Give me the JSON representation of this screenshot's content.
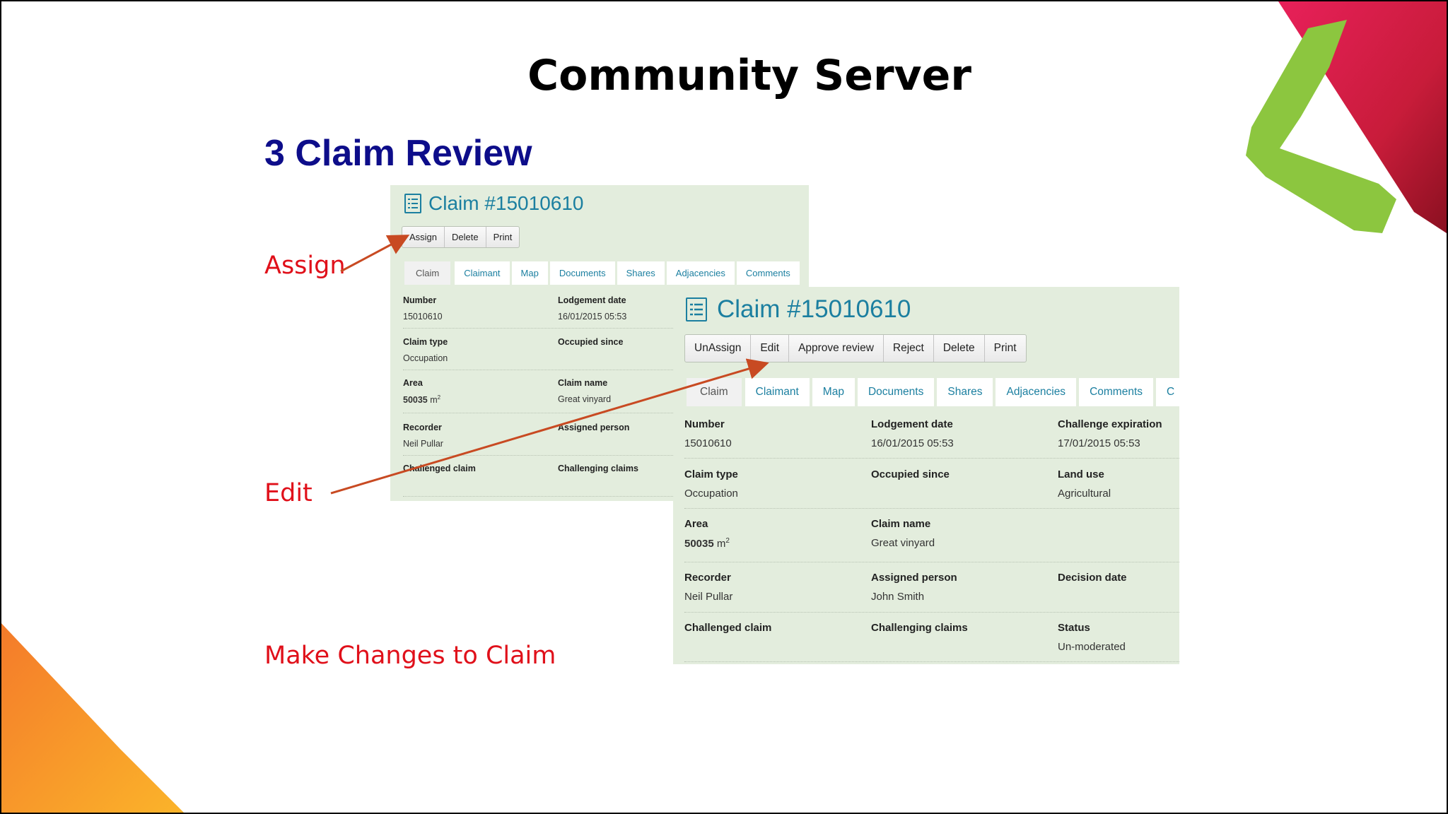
{
  "slide": {
    "title": "Community Server",
    "subtitle": "3 Claim Review",
    "labels": {
      "assign": "Assign",
      "edit": "Edit",
      "make_changes": "Make Changes to Claim"
    }
  },
  "colors": {
    "subtitle": "#0d0d8a",
    "label": "#e0101a",
    "arrow": "#c84a22",
    "panel": "#e3eddd",
    "link": "#1b7fa0"
  },
  "small_panel": {
    "heading": "Claim #15010610",
    "buttons": [
      "Assign",
      "Delete",
      "Print"
    ],
    "tabs": [
      "Claim",
      "Claimant",
      "Map",
      "Documents",
      "Shares",
      "Adjacencies",
      "Comments"
    ],
    "fields": {
      "number_label": "Number",
      "number_value": "15010610",
      "lodgement_label": "Lodgement date",
      "lodgement_value": "16/01/2015 05:53",
      "claim_type_label": "Claim type",
      "claim_type_value": "Occupation",
      "occupied_label": "Occupied since",
      "area_label": "Area",
      "area_value": "50035",
      "area_unit": "m",
      "claim_name_label": "Claim name",
      "claim_name_value": "Great vinyard",
      "recorder_label": "Recorder",
      "recorder_value": "Neil Pullar",
      "assigned_label": "Assigned person",
      "challenged_label": "Challenged claim",
      "challenging_label": "Challenging claims"
    }
  },
  "large_panel": {
    "heading": "Claim #15010610",
    "buttons": [
      "UnAssign",
      "Edit",
      "Approve review",
      "Reject",
      "Delete",
      "Print"
    ],
    "tabs": [
      "Claim",
      "Claimant",
      "Map",
      "Documents",
      "Shares",
      "Adjacencies",
      "Comments",
      "C"
    ],
    "fields": {
      "number_label": "Number",
      "number_value": "15010610",
      "lodgement_label": "Lodgement date",
      "lodgement_value": "16/01/2015 05:53",
      "challenge_exp_label": "Challenge expiration",
      "challenge_exp_value": "17/01/2015 05:53",
      "claim_type_label": "Claim type",
      "claim_type_value": "Occupation",
      "occupied_label": "Occupied since",
      "land_use_label": "Land use",
      "land_use_value": "Agricultural",
      "area_label": "Area",
      "area_value": "50035",
      "area_unit": "m",
      "claim_name_label": "Claim name",
      "claim_name_value": "Great vinyard",
      "recorder_label": "Recorder",
      "recorder_value": "Neil Pullar",
      "assigned_label": "Assigned person",
      "assigned_value": "John Smith",
      "decision_label": "Decision date",
      "challenged_label": "Challenged claim",
      "challenging_label": "Challenging claims",
      "status_label": "Status",
      "status_value": "Un-moderated"
    }
  }
}
